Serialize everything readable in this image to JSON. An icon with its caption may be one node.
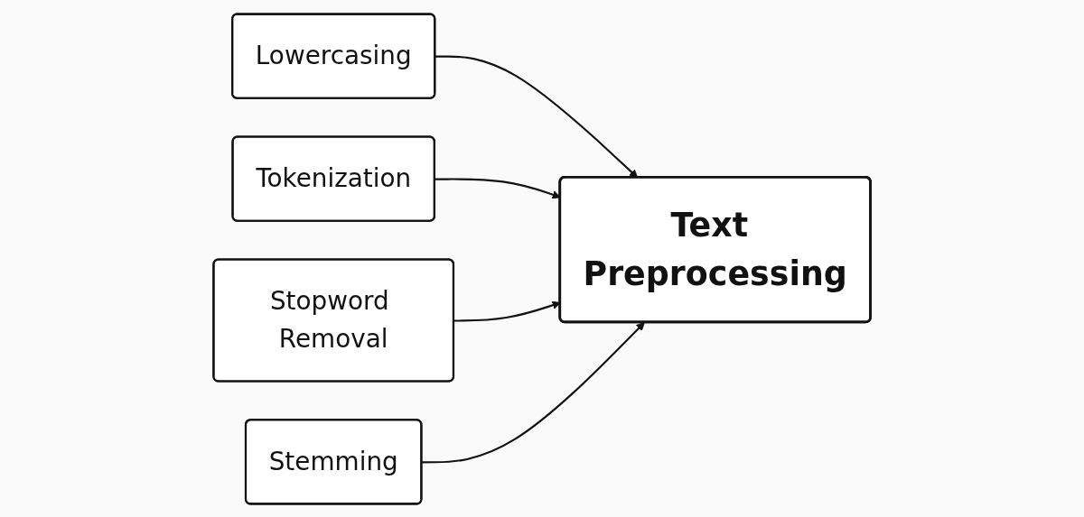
{
  "diagram": {
    "nodes": [
      {
        "text": [
          "Lowercasing"
        ]
      },
      {
        "text": [
          "Tokenization"
        ]
      },
      {
        "text": [
          "Text Preprocessing"
        ]
      },
      {
        "text": [
          "Stopword Removal"
        ]
      },
      {
        "text": [
          "Stemming"
        ]
      }
    ],
    "edges": [
      {
        "from": 0,
        "to": 2,
        "arrow": "to"
      },
      {
        "from": 1,
        "to": 2,
        "arrow": "to"
      },
      {
        "from": 3,
        "to": 2,
        "arrow": "to"
      },
      {
        "from": 4,
        "to": 2,
        "arrow": "to"
      }
    ]
  }
}
